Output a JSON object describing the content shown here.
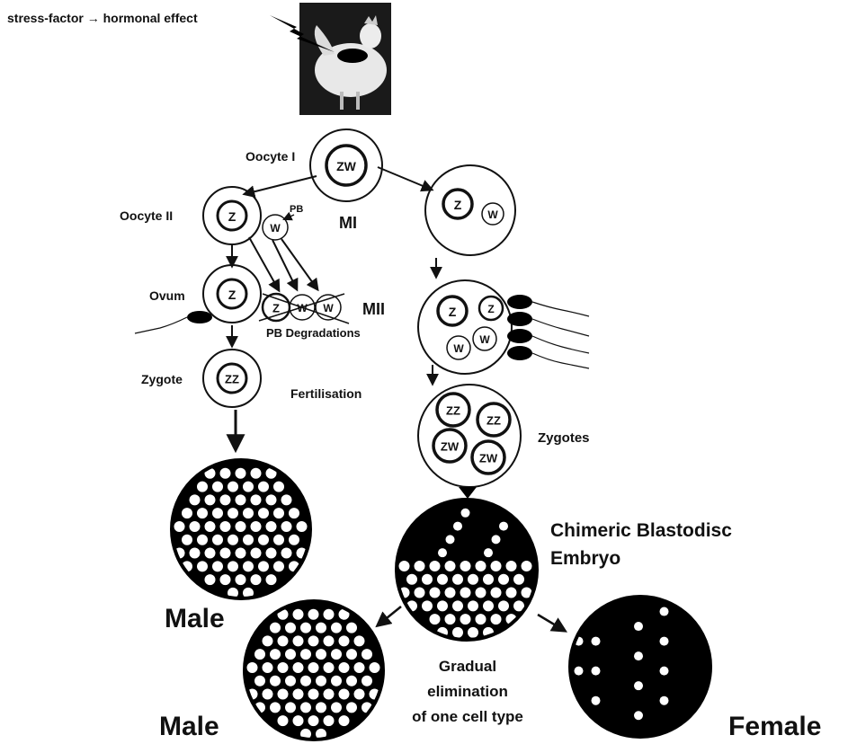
{
  "header": {
    "stress_label": "stress-factor → hormonal effect"
  },
  "stages": {
    "oocyte1": "Oocyte I",
    "oocyte2": "Oocyte II",
    "pb": "PB",
    "mi": "MI",
    "ovum": "Ovum",
    "mii": "MII",
    "pb_degradations": "PB Degradations",
    "zygote": "Zygote",
    "fertilisation": "Fertilisation",
    "zygotes": "Zygotes",
    "chimeric_line1": "Chimeric Blastodisc",
    "chimeric_line2": "Embryo",
    "gradual_line1": "Gradual",
    "gradual_line2": "elimination",
    "gradual_line3": "of one cell type"
  },
  "cells": {
    "zw": "ZW",
    "z": "Z",
    "w": "W",
    "zz": "ZZ"
  },
  "outcomes": {
    "male_left": "Male",
    "male_bottom": "Male",
    "female": "Female"
  },
  "icons": {
    "hen": "hen-photo-icon",
    "stress_arrow": "lightning-arrow-icon",
    "sperm": "sperm-icon"
  },
  "colors": {
    "ink": "#111111",
    "background": "#ffffff"
  }
}
